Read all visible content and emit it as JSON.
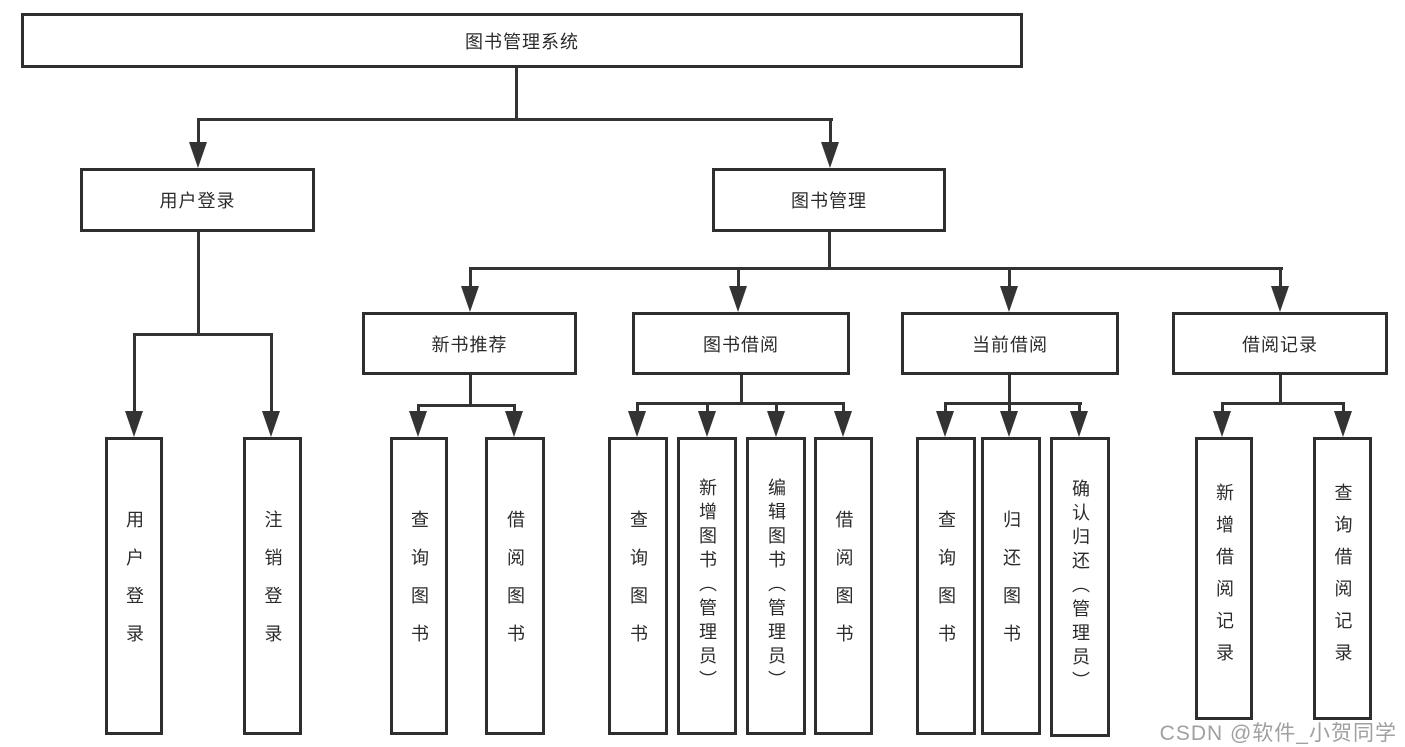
{
  "nodes": {
    "root": {
      "label": "图书管理系统"
    },
    "userLogin": {
      "label": "用户登录"
    },
    "bookMgmt": {
      "label": "图书管理"
    },
    "login": {
      "label": "用户登录"
    },
    "logout": {
      "label": "注销登录"
    },
    "newBooks": {
      "label": "新书推荐"
    },
    "bookBorrow": {
      "label": "图书借阅"
    },
    "currentBorrow": {
      "label": "当前借阅"
    },
    "borrowRecords": {
      "label": "借阅记录"
    },
    "nbQueryBooks": {
      "label": "查询图书"
    },
    "nbBorrowBooks": {
      "label": "借阅图书"
    },
    "bbQueryBooks": {
      "label": "查询图书"
    },
    "bbAddBooks": {
      "label": "新增图书（管理员）"
    },
    "bbEditBooks": {
      "label": "编辑图书（管理员）"
    },
    "bbBorrowBooks": {
      "label": "借阅图书"
    },
    "cbQueryBooks": {
      "label": "查询图书"
    },
    "cbReturnBooks": {
      "label": "归还图书"
    },
    "cbConfirmReturn": {
      "label": "确认归还（管理员）"
    },
    "brAddRecord": {
      "label": "新增借阅记录"
    },
    "brQueryRecord": {
      "label": "查询借阅记录"
    }
  },
  "edges": [
    [
      "root",
      "userLogin"
    ],
    [
      "root",
      "bookMgmt"
    ],
    [
      "userLogin",
      "login"
    ],
    [
      "userLogin",
      "logout"
    ],
    [
      "bookMgmt",
      "newBooks"
    ],
    [
      "bookMgmt",
      "bookBorrow"
    ],
    [
      "bookMgmt",
      "currentBorrow"
    ],
    [
      "bookMgmt",
      "borrowRecords"
    ],
    [
      "newBooks",
      "nbQueryBooks"
    ],
    [
      "newBooks",
      "nbBorrowBooks"
    ],
    [
      "bookBorrow",
      "bbQueryBooks"
    ],
    [
      "bookBorrow",
      "bbAddBooks"
    ],
    [
      "bookBorrow",
      "bbEditBooks"
    ],
    [
      "bookBorrow",
      "bbBorrowBooks"
    ],
    [
      "currentBorrow",
      "cbQueryBooks"
    ],
    [
      "currentBorrow",
      "cbReturnBooks"
    ],
    [
      "currentBorrow",
      "cbConfirmReturn"
    ],
    [
      "borrowRecords",
      "brAddRecord"
    ],
    [
      "borrowRecords",
      "brQueryRecord"
    ]
  ],
  "watermark": "CSDN @软件_小贺同学",
  "colors": {
    "line": "#333333",
    "box_border": "#2e2e2e",
    "text": "#2b2b2b",
    "watermark": "#a0a0a0",
    "background": "#ffffff"
  }
}
